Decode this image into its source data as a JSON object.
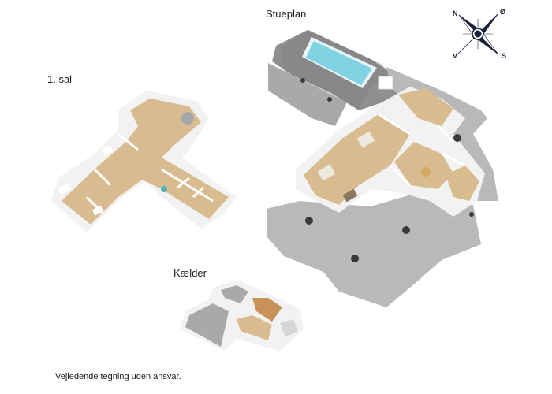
{
  "labels": {
    "ground_floor": "Stueplan",
    "first_floor": "1. sal",
    "basement": "Kælder"
  },
  "disclaimer": "Vejledende tegning uden ansvar.",
  "compass": {
    "north": "N",
    "east": "Ø",
    "south": "S",
    "west": "V"
  },
  "colors": {
    "floor_wood": "#d9bb90",
    "wall": "#f2f2f2",
    "terrace": "#b9b9bb",
    "terrace_dark": "#8f8f92",
    "pool": "#7fd3e3",
    "compass": "#1c1f3a"
  }
}
